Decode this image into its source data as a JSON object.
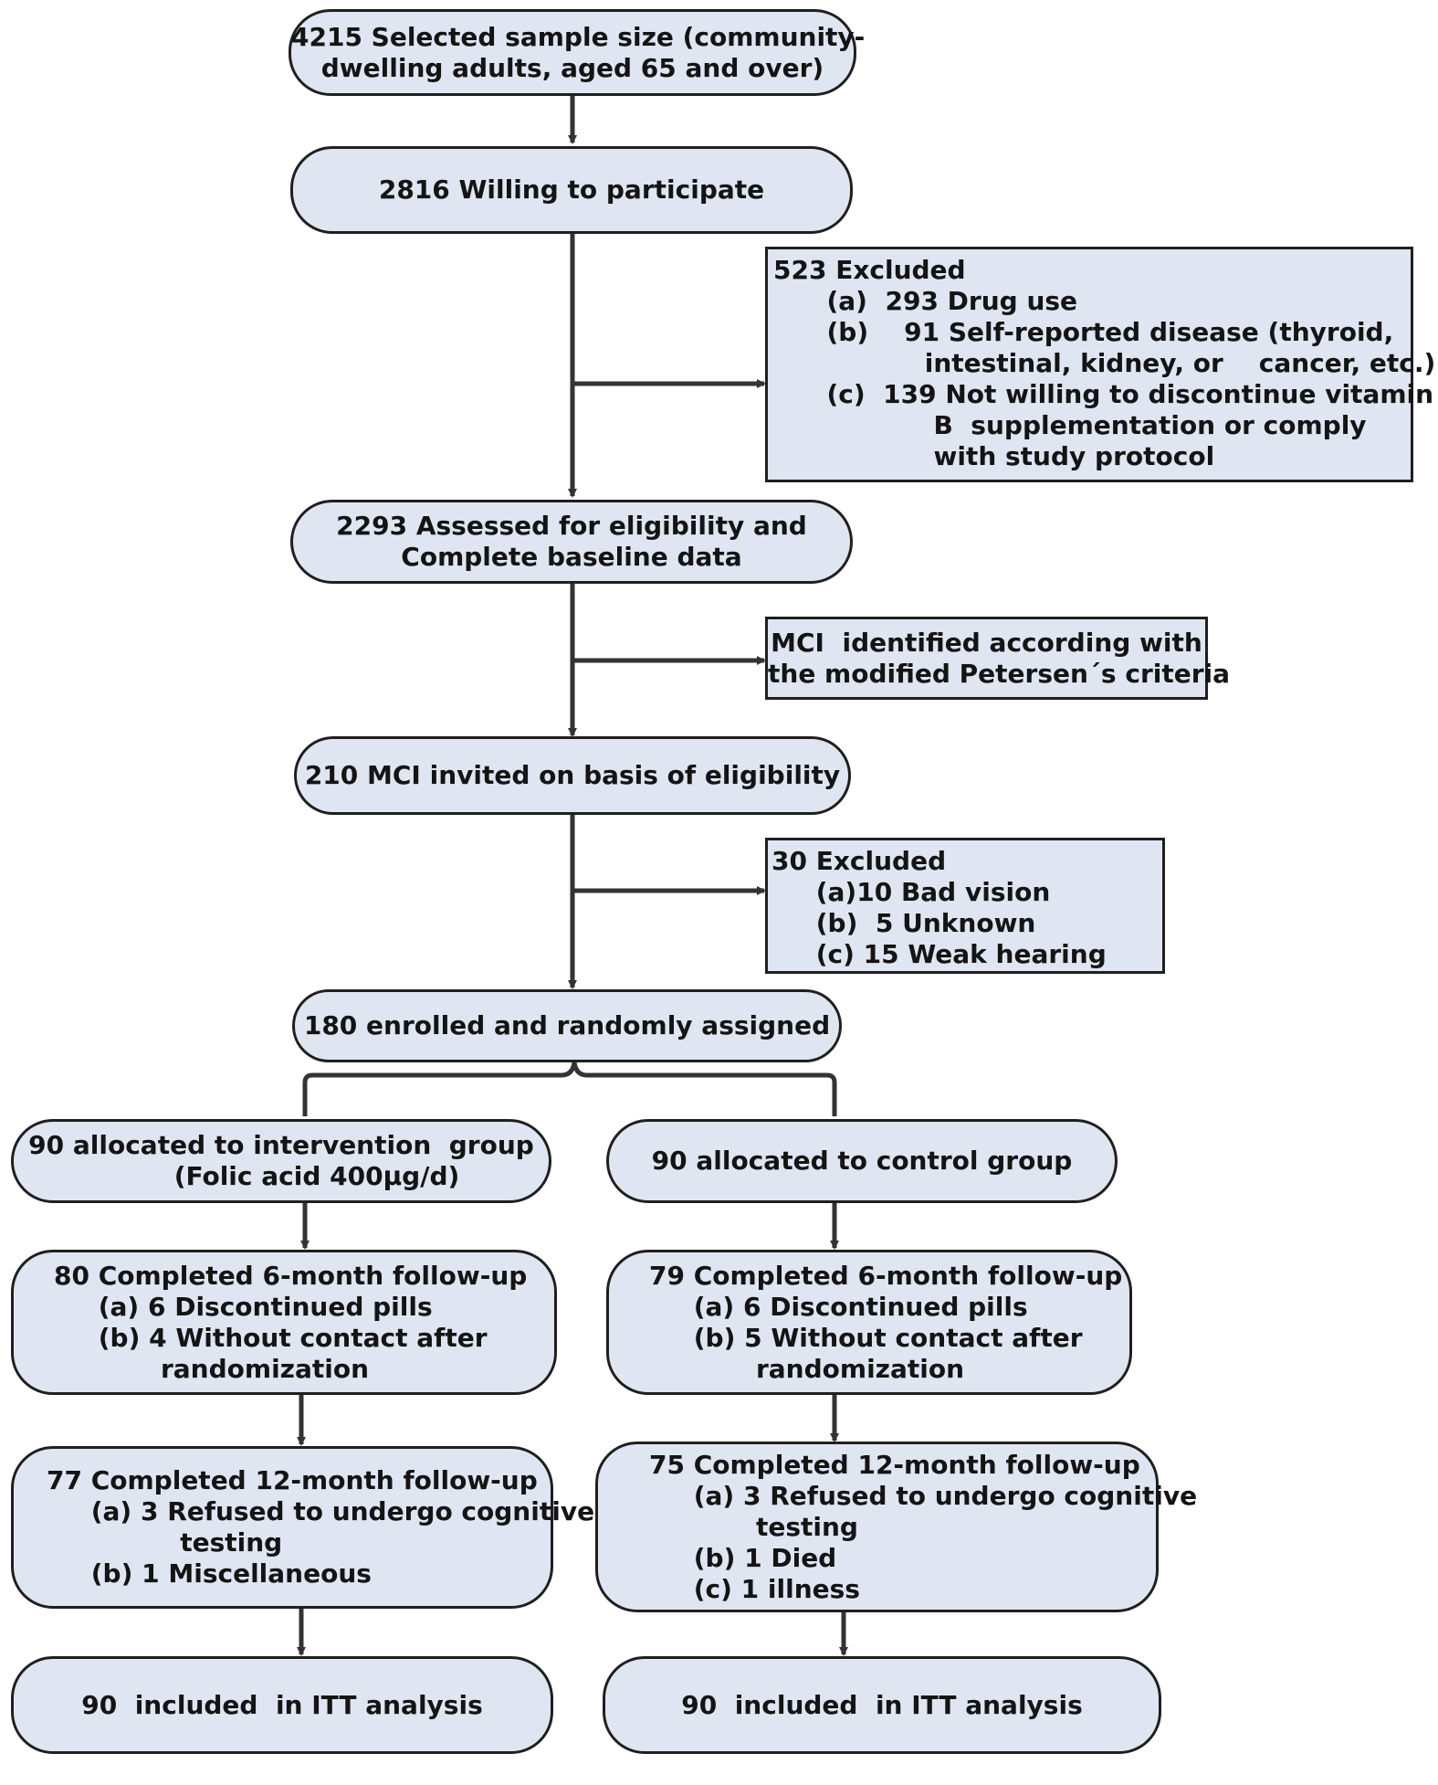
{
  "nodes": {
    "selected": [
      "4215 Selected sample size (community-",
      "dwelling adults, aged 65 and over)"
    ],
    "willing": [
      "2816 Willing to participate"
    ],
    "excluded1": [
      "523 Excluded",
      "      (a)  293 Drug use",
      "      (b)    91 Self-reported disease (thyroid,",
      "                 intestinal, kidney, or    cancer, etc.)",
      "      (c)  139 Not willing to discontinue vitamin",
      "                  B  supplementation or comply",
      "                  with study protocol"
    ],
    "assessed": [
      "2293 Assessed for eligibility and",
      "Complete baseline data"
    ],
    "mci_box": [
      "MCI  identified according with",
      "the modiﬁed Petersen´s criteria"
    ],
    "invited": [
      "210 MCI invited on basis of eligibility"
    ],
    "excluded2": [
      "30 Excluded",
      "     (a)10 Bad vision",
      "     (b)  5 Unknown",
      "     (c) 15 Weak hearing"
    ],
    "enrolled": [
      "180 enrolled and randomly assigned"
    ],
    "alloc_int": [
      "90 allocated to intervention  group",
      "        (Folic acid 400μg/d)"
    ],
    "alloc_ctrl": [
      "90 allocated to control group"
    ],
    "int_6m": [
      "80 Completed 6-month follow-up",
      "     (a) 6 Discontinued pills",
      "     (b) 4 Without contact after",
      "            randomization"
    ],
    "ctrl_6m": [
      "79 Completed 6-month follow-up",
      "     (a) 6 Discontinued pills",
      "     (b) 5 Without contact after",
      "            randomization"
    ],
    "int_12m": [
      "77 Completed 12-month follow-up",
      "     (a) 3 Refused to undergo cognitive",
      "               testing",
      "     (b) 1 Miscellaneous"
    ],
    "ctrl_12m": [
      "75 Completed 12-month follow-up",
      "     (a) 3 Refused to undergo cognitive",
      "            testing",
      "     (b) 1 Died",
      "     (c) 1 illness"
    ],
    "int_itt": [
      "90  included  in ITT analysis"
    ],
    "ctrl_itt": [
      "90  included  in ITT analysis"
    ]
  }
}
